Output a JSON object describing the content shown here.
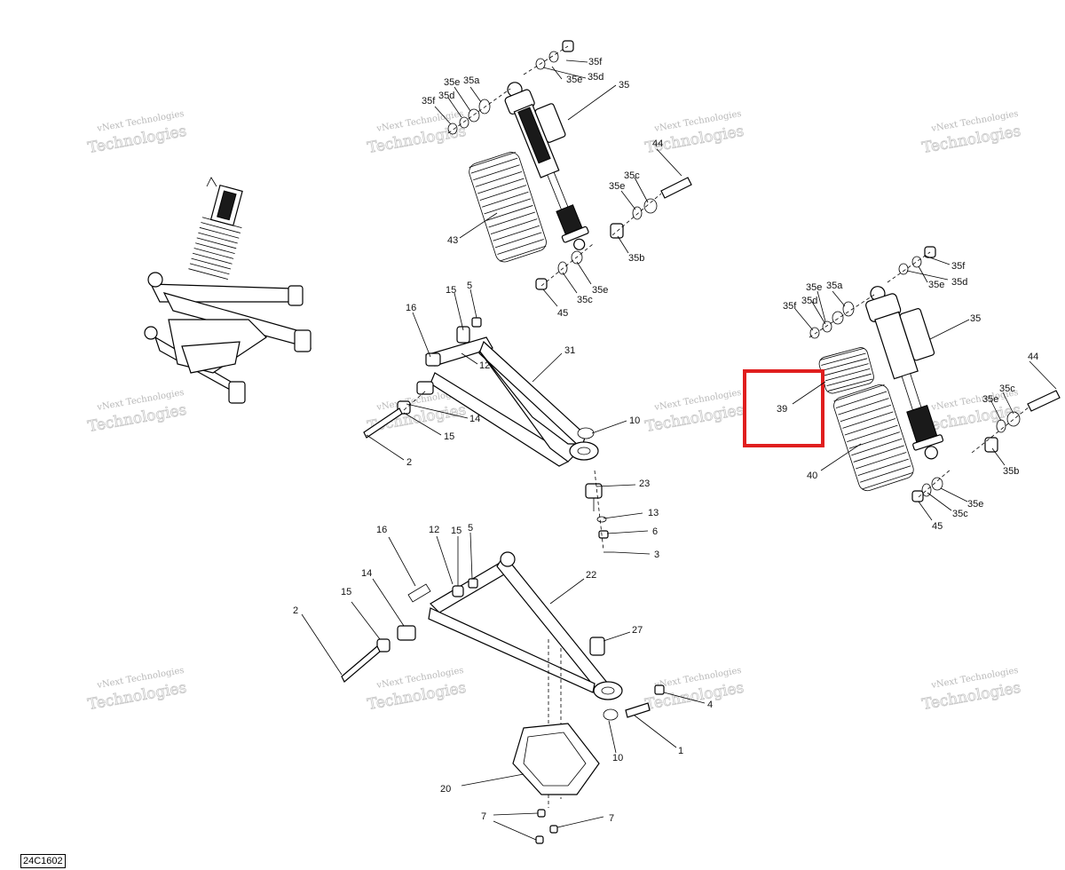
{
  "diagram_code": "24C1602",
  "watermark": {
    "line1": "vNext Technologies",
    "line2": "Technologies"
  },
  "highlight": {
    "color": "#e01e1e",
    "part": "39"
  },
  "callouts": {
    "shock1": [
      "35f",
      "35e",
      "35d",
      "35",
      "35e",
      "35a",
      "35d",
      "35f",
      "44",
      "35c",
      "35e",
      "35b",
      "43",
      "35e",
      "35c",
      "45"
    ],
    "shock2": [
      "35f",
      "35e",
      "35d",
      "35e",
      "35a",
      "35d",
      "35f",
      "35",
      "44",
      "35c",
      "35e",
      "35b",
      "35e",
      "35c",
      "45",
      "39",
      "40"
    ],
    "upper_arm": [
      "15",
      "5",
      "16",
      "12",
      "31",
      "10",
      "14",
      "15",
      "2",
      "23",
      "13",
      "6",
      "3"
    ],
    "lower_arm": [
      "16",
      "12",
      "15",
      "5",
      "22",
      "14",
      "15",
      "2",
      "27",
      "4",
      "1",
      "10",
      "20",
      "7",
      "7"
    ]
  }
}
